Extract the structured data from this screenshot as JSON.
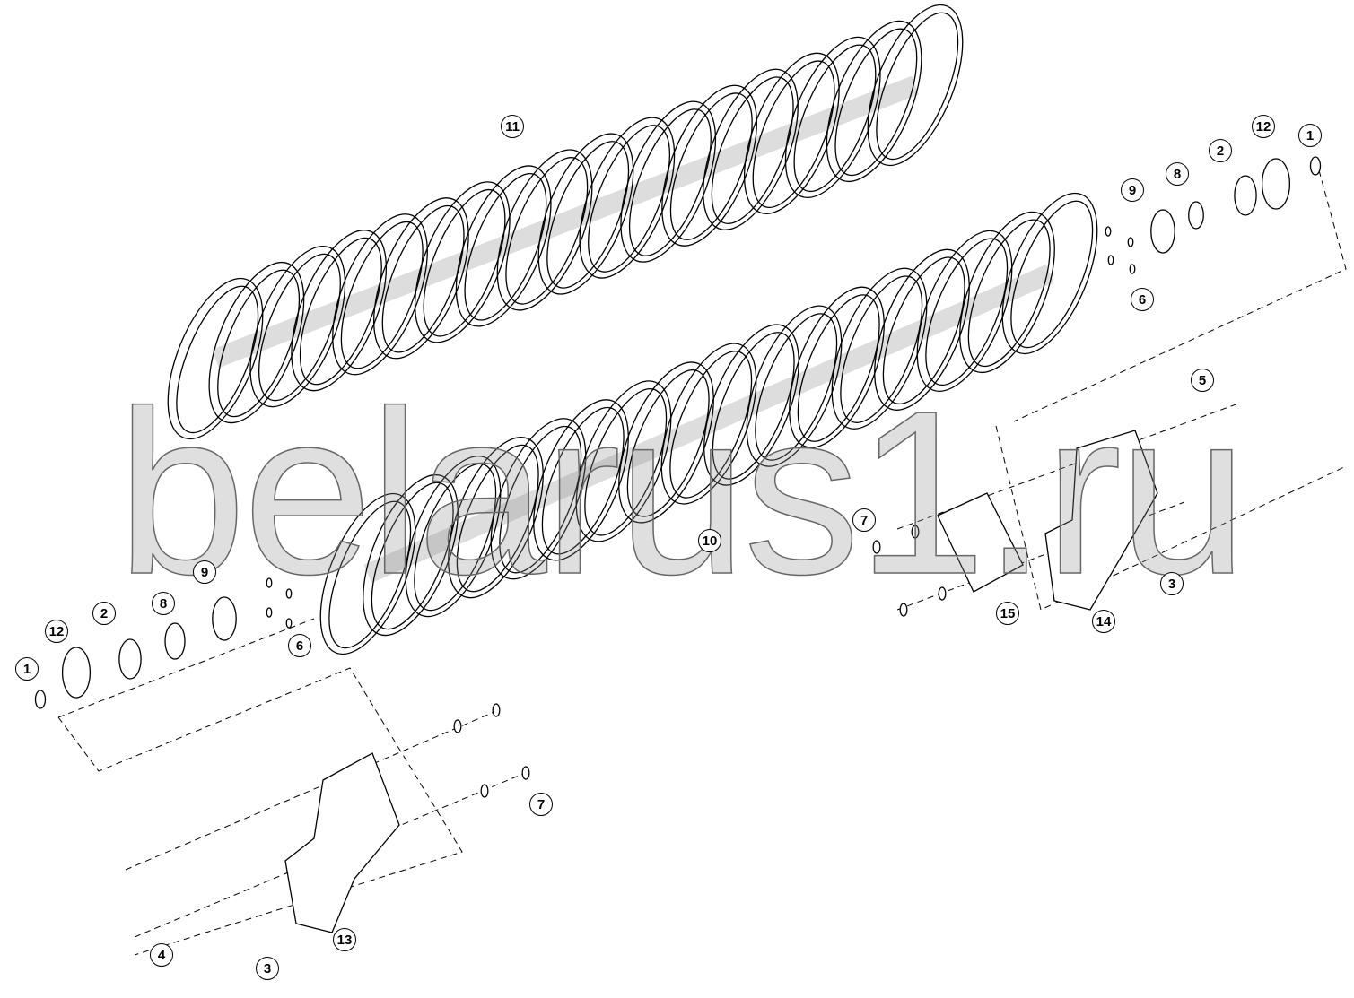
{
  "watermark": "belarus1.ru",
  "callouts": [
    {
      "label": "11"
    },
    {
      "label": "12"
    },
    {
      "label": "1"
    },
    {
      "label": "2"
    },
    {
      "label": "8"
    },
    {
      "label": "9"
    },
    {
      "label": "6"
    },
    {
      "label": "5"
    },
    {
      "label": "7"
    },
    {
      "label": "10"
    },
    {
      "label": "3"
    },
    {
      "label": "15"
    },
    {
      "label": "14"
    },
    {
      "label": "12"
    },
    {
      "label": "2"
    },
    {
      "label": "8"
    },
    {
      "label": "9"
    },
    {
      "label": "6"
    },
    {
      "label": "1"
    },
    {
      "label": "7"
    },
    {
      "label": "13"
    },
    {
      "label": "4"
    },
    {
      "label": "3"
    }
  ]
}
